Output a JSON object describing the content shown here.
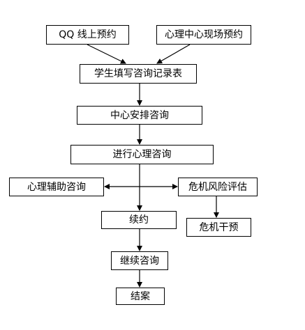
{
  "diagram": {
    "nodes": {
      "qq_online": "QQ 线上预约",
      "center_onsite": "心理中心现场预约",
      "fill_form": "学生填写咨询记录表",
      "arrange": "中心安排咨询",
      "consult": "进行心理咨询",
      "aux": "心理辅助咨询",
      "risk": "危机风险评估",
      "renew": "续约",
      "intervene": "危机干预",
      "continue": "继续咨询",
      "close": "结案"
    },
    "line_color": "#000000"
  }
}
